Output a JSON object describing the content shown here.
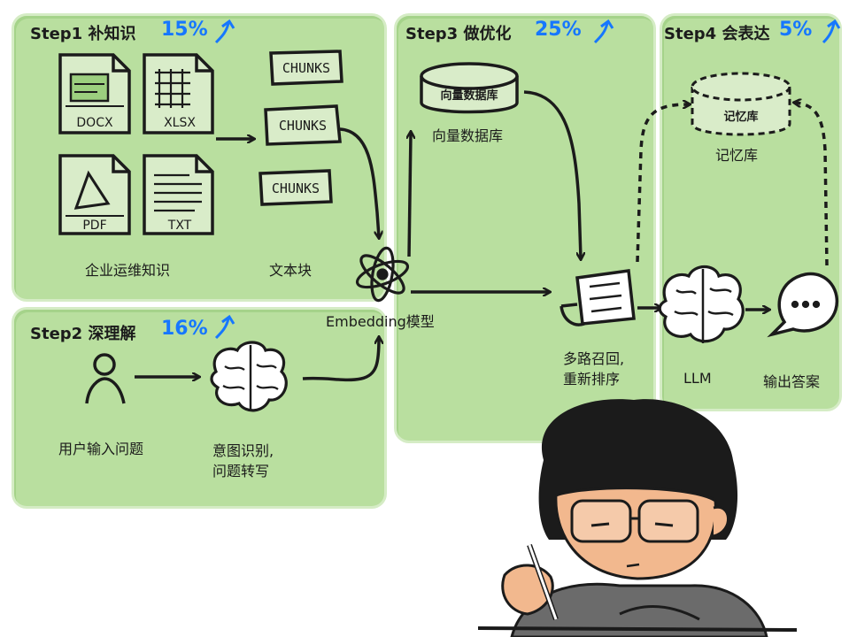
{
  "colors": {
    "panel": "#b9df9f",
    "percent": "#1677ff",
    "ink": "#1b1b1b"
  },
  "steps": [
    {
      "title": "Step1 补知识",
      "percent": "15%"
    },
    {
      "title": "Step2 深理解",
      "percent": "16%"
    },
    {
      "title": "Step3 做优化",
      "percent": "25%"
    },
    {
      "title": "Step4 会表达",
      "percent": "5%"
    }
  ],
  "documents": [
    "DOCX",
    "XLSX",
    "PDF",
    "TXT"
  ],
  "chunks": [
    "CHUNKS",
    "CHUNKS",
    "CHUNKS"
  ],
  "labels": {
    "enterprise_knowledge": "企业运维知识",
    "text_blocks": "文本块",
    "embedding": "Embedding模型",
    "vector_db_drum": "向量数据库",
    "vector_db": "向量数据库",
    "memory_drum": "记忆库",
    "memory": "记忆库",
    "recall_line1": "多路召回,",
    "recall_line2": "重新排序",
    "llm": "LLM",
    "answer": "输出答案",
    "user_input": "用户输入问题",
    "intent_line1": "意图识别,",
    "intent_line2": "问题转写"
  },
  "icons": [
    "docx-file-icon",
    "xlsx-file-icon",
    "pdf-file-icon",
    "txt-file-icon",
    "atom-icon",
    "database-icon",
    "document-check-icon",
    "brain-icon",
    "speech-bubble-icon",
    "user-icon",
    "arrow-up-right-icon"
  ]
}
